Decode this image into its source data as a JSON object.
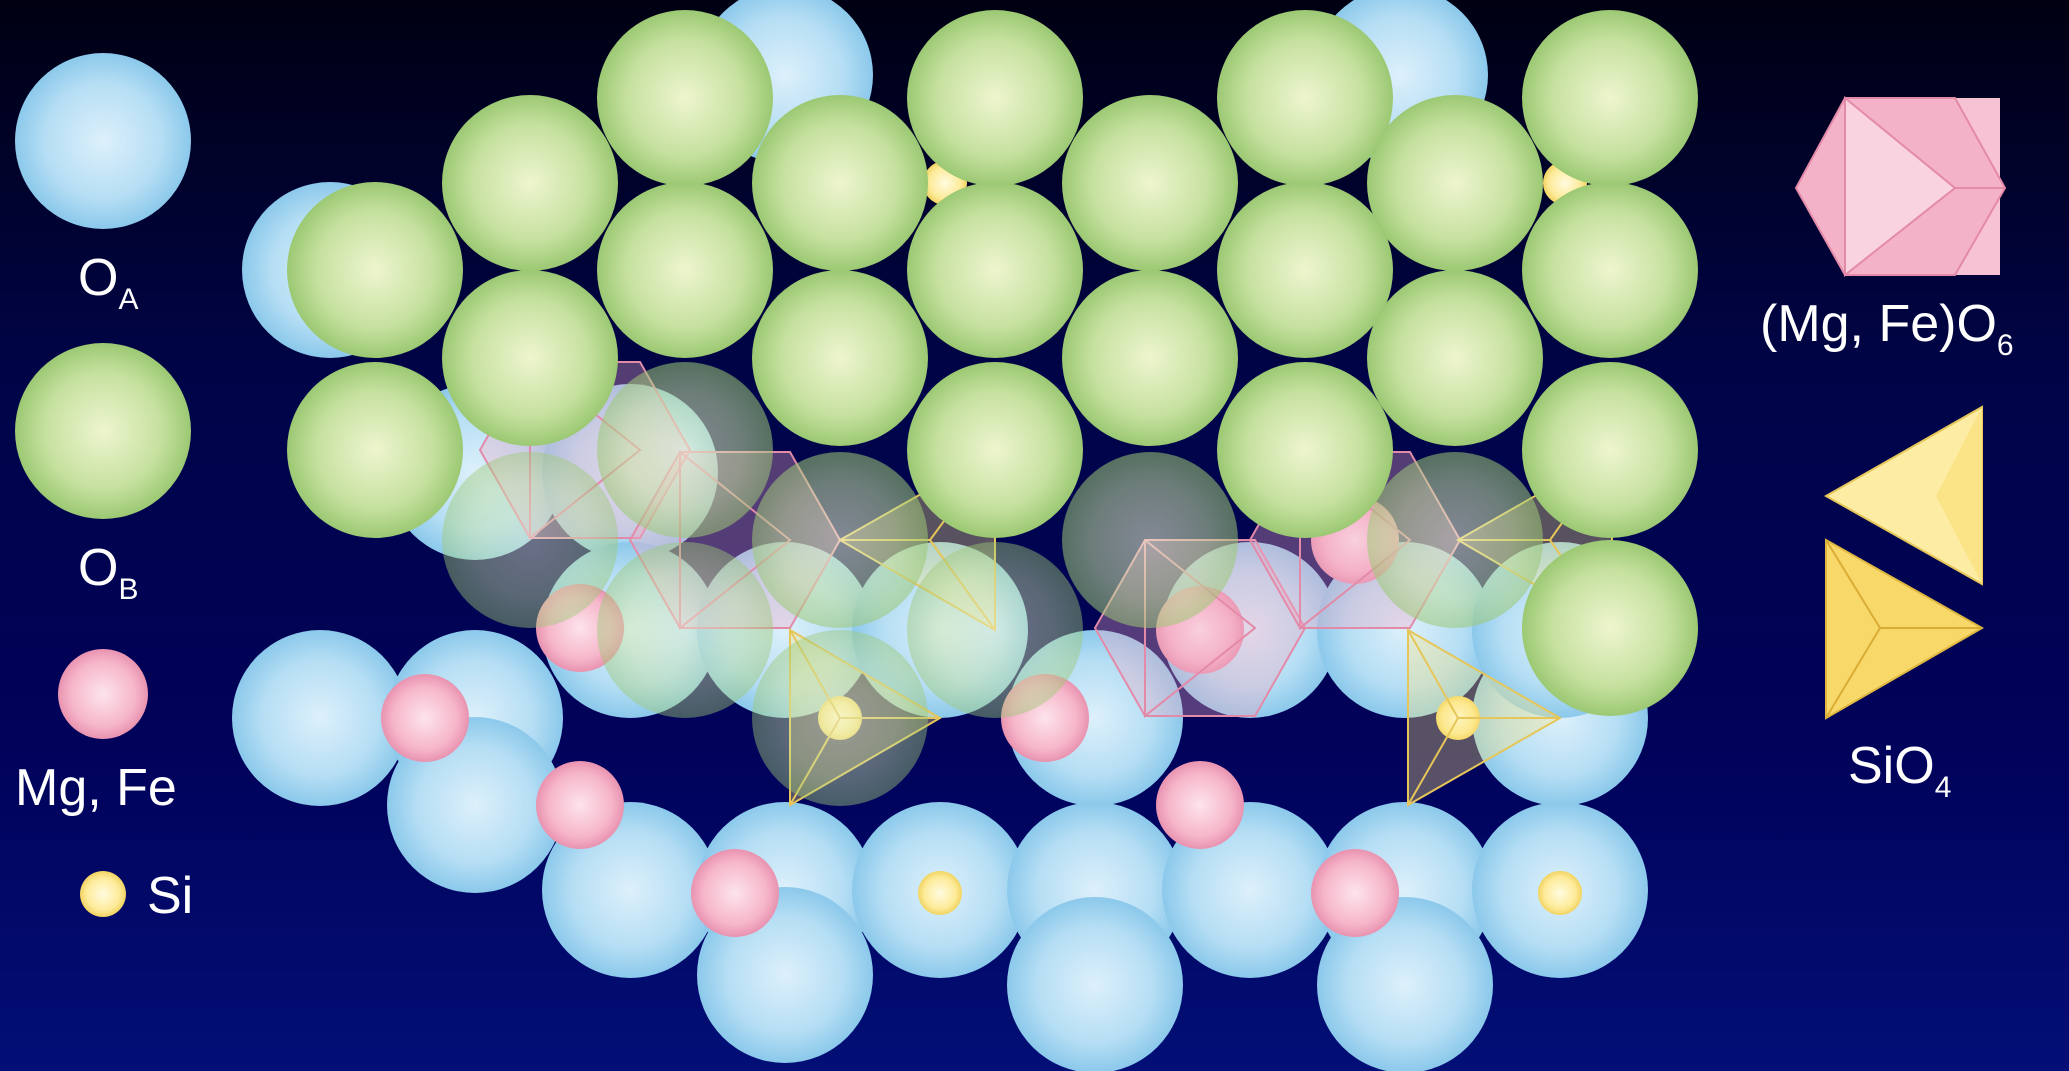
{
  "colors": {
    "background_top": "#000012",
    "background_bottom": "#020f76",
    "oxygen_a": "#9fd2ee",
    "oxygen_b": "#a9d07c",
    "mg_fe": "#f4a8c0",
    "si": "#fce77a",
    "octahedron": "#f2a8c3",
    "tetrahedron": "#fbe57e"
  },
  "legend": {
    "oa": {
      "main": "O",
      "sub": "A",
      "icon": "blue-oxygen-sphere"
    },
    "ob": {
      "main": "O",
      "sub": "B",
      "icon": "green-oxygen-sphere"
    },
    "mgfe": {
      "label": "Mg, Fe",
      "icon": "pink-cation-sphere"
    },
    "si": {
      "label": "Si",
      "icon": "yellow-silicon-sphere"
    },
    "octa": {
      "main": "(Mg, Fe)O",
      "sub": "6",
      "icon": "octahedron-icon"
    },
    "tetra": {
      "main": "SiO",
      "sub": "4",
      "icon": "tetrahedron-icon"
    }
  }
}
